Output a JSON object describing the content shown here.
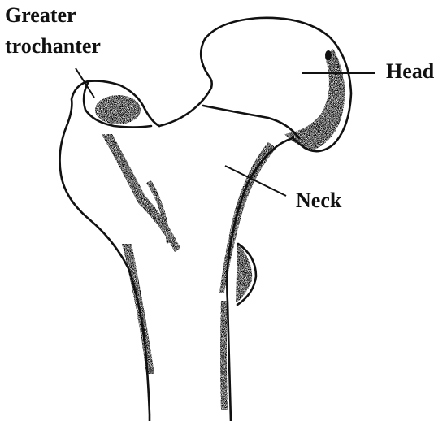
{
  "labels": {
    "greater_trochanter_line1": "Greater",
    "greater_trochanter_line2": "trochanter",
    "head": "Head",
    "neck": "Neck"
  },
  "colors": {
    "outline": "#111111",
    "shading": "#555555",
    "background": "#ffffff"
  }
}
